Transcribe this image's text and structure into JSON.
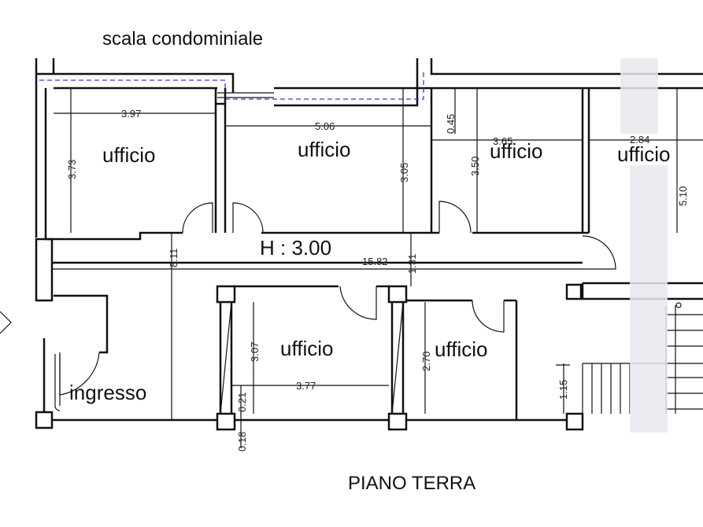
{
  "header": {
    "stair_label": "scala condominiale"
  },
  "footer": {
    "floor_label": "PIANO TERRA"
  },
  "plan": {
    "height_label": "H : 3.00",
    "rooms": [
      {
        "name": "ufficio"
      },
      {
        "name": "ufficio"
      },
      {
        "name": "ufficio"
      },
      {
        "name": "ufficio"
      },
      {
        "name": "ufficio"
      },
      {
        "name": "ufficio"
      },
      {
        "name": "ingresso"
      }
    ],
    "dimensions": {
      "d397": "3.97",
      "d373": "3.73",
      "d506": "5.06",
      "d305": "3.05",
      "d045": "0.45",
      "d365": "3.65",
      "d350": "3.50",
      "d284": "2.84",
      "d510": "5.10",
      "d811": "8.11",
      "d1582": "15.82",
      "d131": "1.31",
      "d307": "3.07",
      "d377": "3.77",
      "d021": "0.21",
      "d018": "0.18",
      "d270": "2.70",
      "d115": "1.15"
    }
  }
}
